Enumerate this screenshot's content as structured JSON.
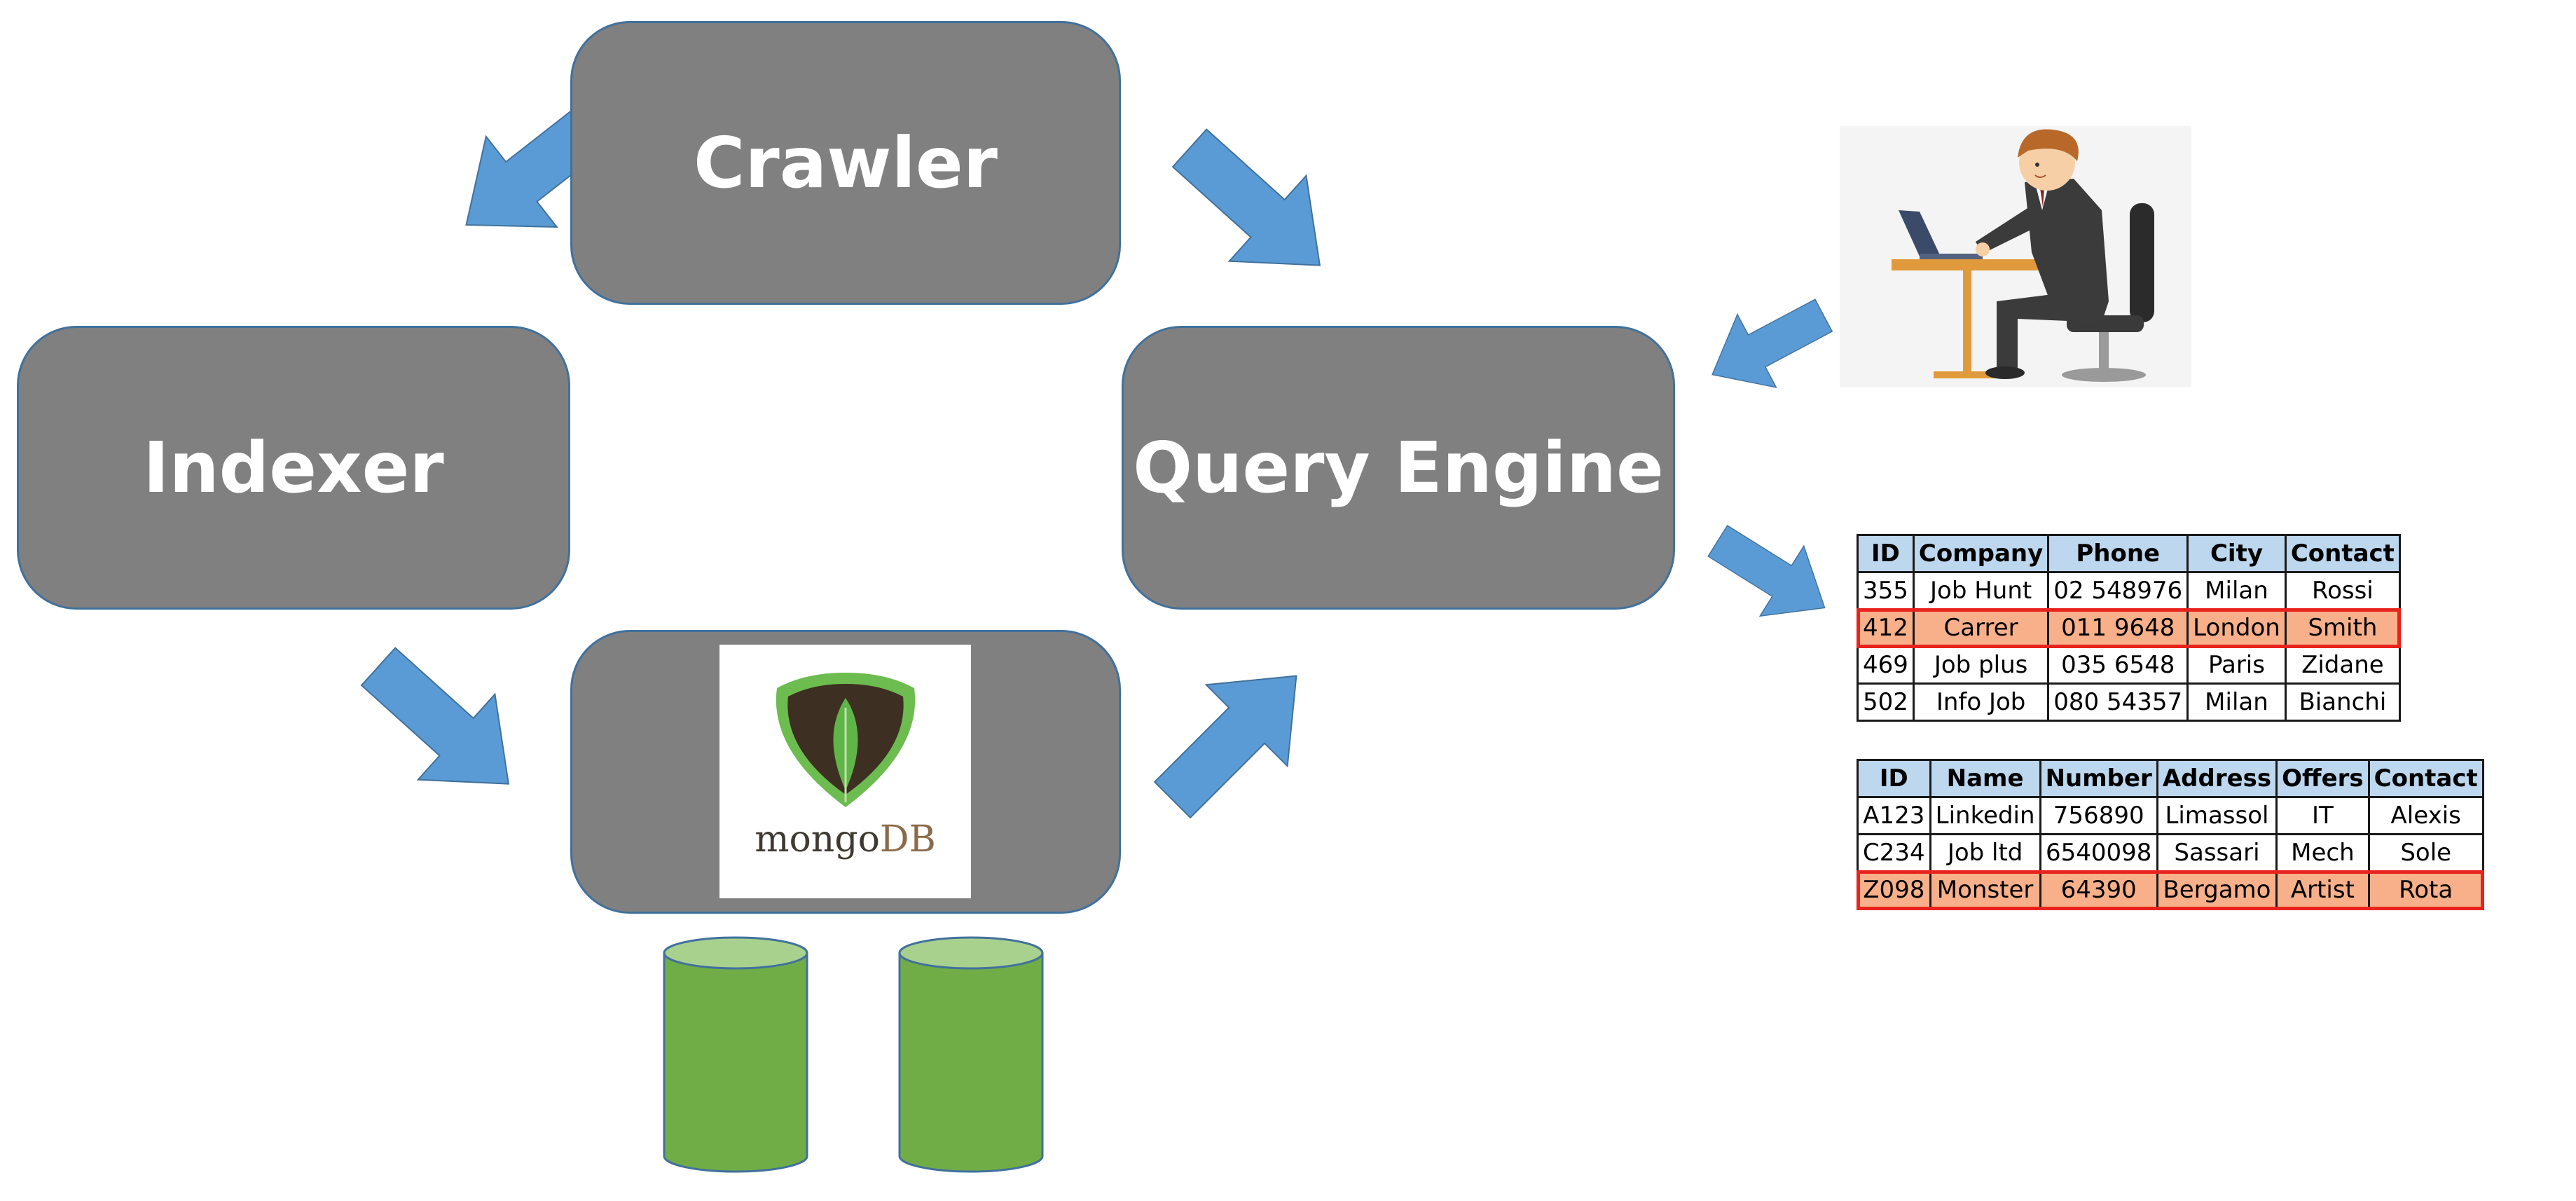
{
  "nodes": {
    "crawler": "Crawler",
    "indexer": "Indexer",
    "query_engine": "Query Engine"
  },
  "mongodb_logo": {
    "text_part1": "mongo",
    "text_part2": "DB"
  },
  "colors": {
    "box_fill": "#808080",
    "box_border": "#41719c",
    "arrow": "#5b9bd5",
    "cylinder": "#70ad47",
    "cylinder_top": "#a9d18e",
    "table_header": "#bdd7ee",
    "highlight_row": "#f8b08a",
    "highlight_border": "#e8231d"
  },
  "table1": {
    "headers": [
      "ID",
      "Company",
      "Phone",
      "City",
      "Contact"
    ],
    "rows": [
      [
        "355",
        "Job Hunt",
        "02 548976",
        "Milan",
        "Rossi"
      ],
      [
        "412",
        "Carrer",
        "011 9648",
        "London",
        "Smith"
      ],
      [
        "469",
        "Job plus",
        "035 6548",
        "Paris",
        "Zidane"
      ],
      [
        "502",
        "Info Job",
        "080 54357",
        "Milan",
        "Bianchi"
      ]
    ],
    "highlighted_row": 1
  },
  "table2": {
    "headers": [
      "ID",
      "Name",
      "Number",
      "Address",
      "Offers",
      "Contact"
    ],
    "rows": [
      [
        "A123",
        "Linkedin",
        "756890",
        "Limassol",
        "IT",
        "Alexis"
      ],
      [
        "C234",
        "Job ltd",
        "6540098",
        "Sassari",
        "Mech",
        "Sole"
      ],
      [
        "Z098",
        "Monster",
        "64390",
        "Bergamo",
        "Artist",
        "Rota"
      ]
    ],
    "highlighted_row": 2
  },
  "icons": [
    "arrow-icon",
    "mongodb-leaf-icon",
    "database-cylinder-icon",
    "user-at-laptop-illustration"
  ]
}
